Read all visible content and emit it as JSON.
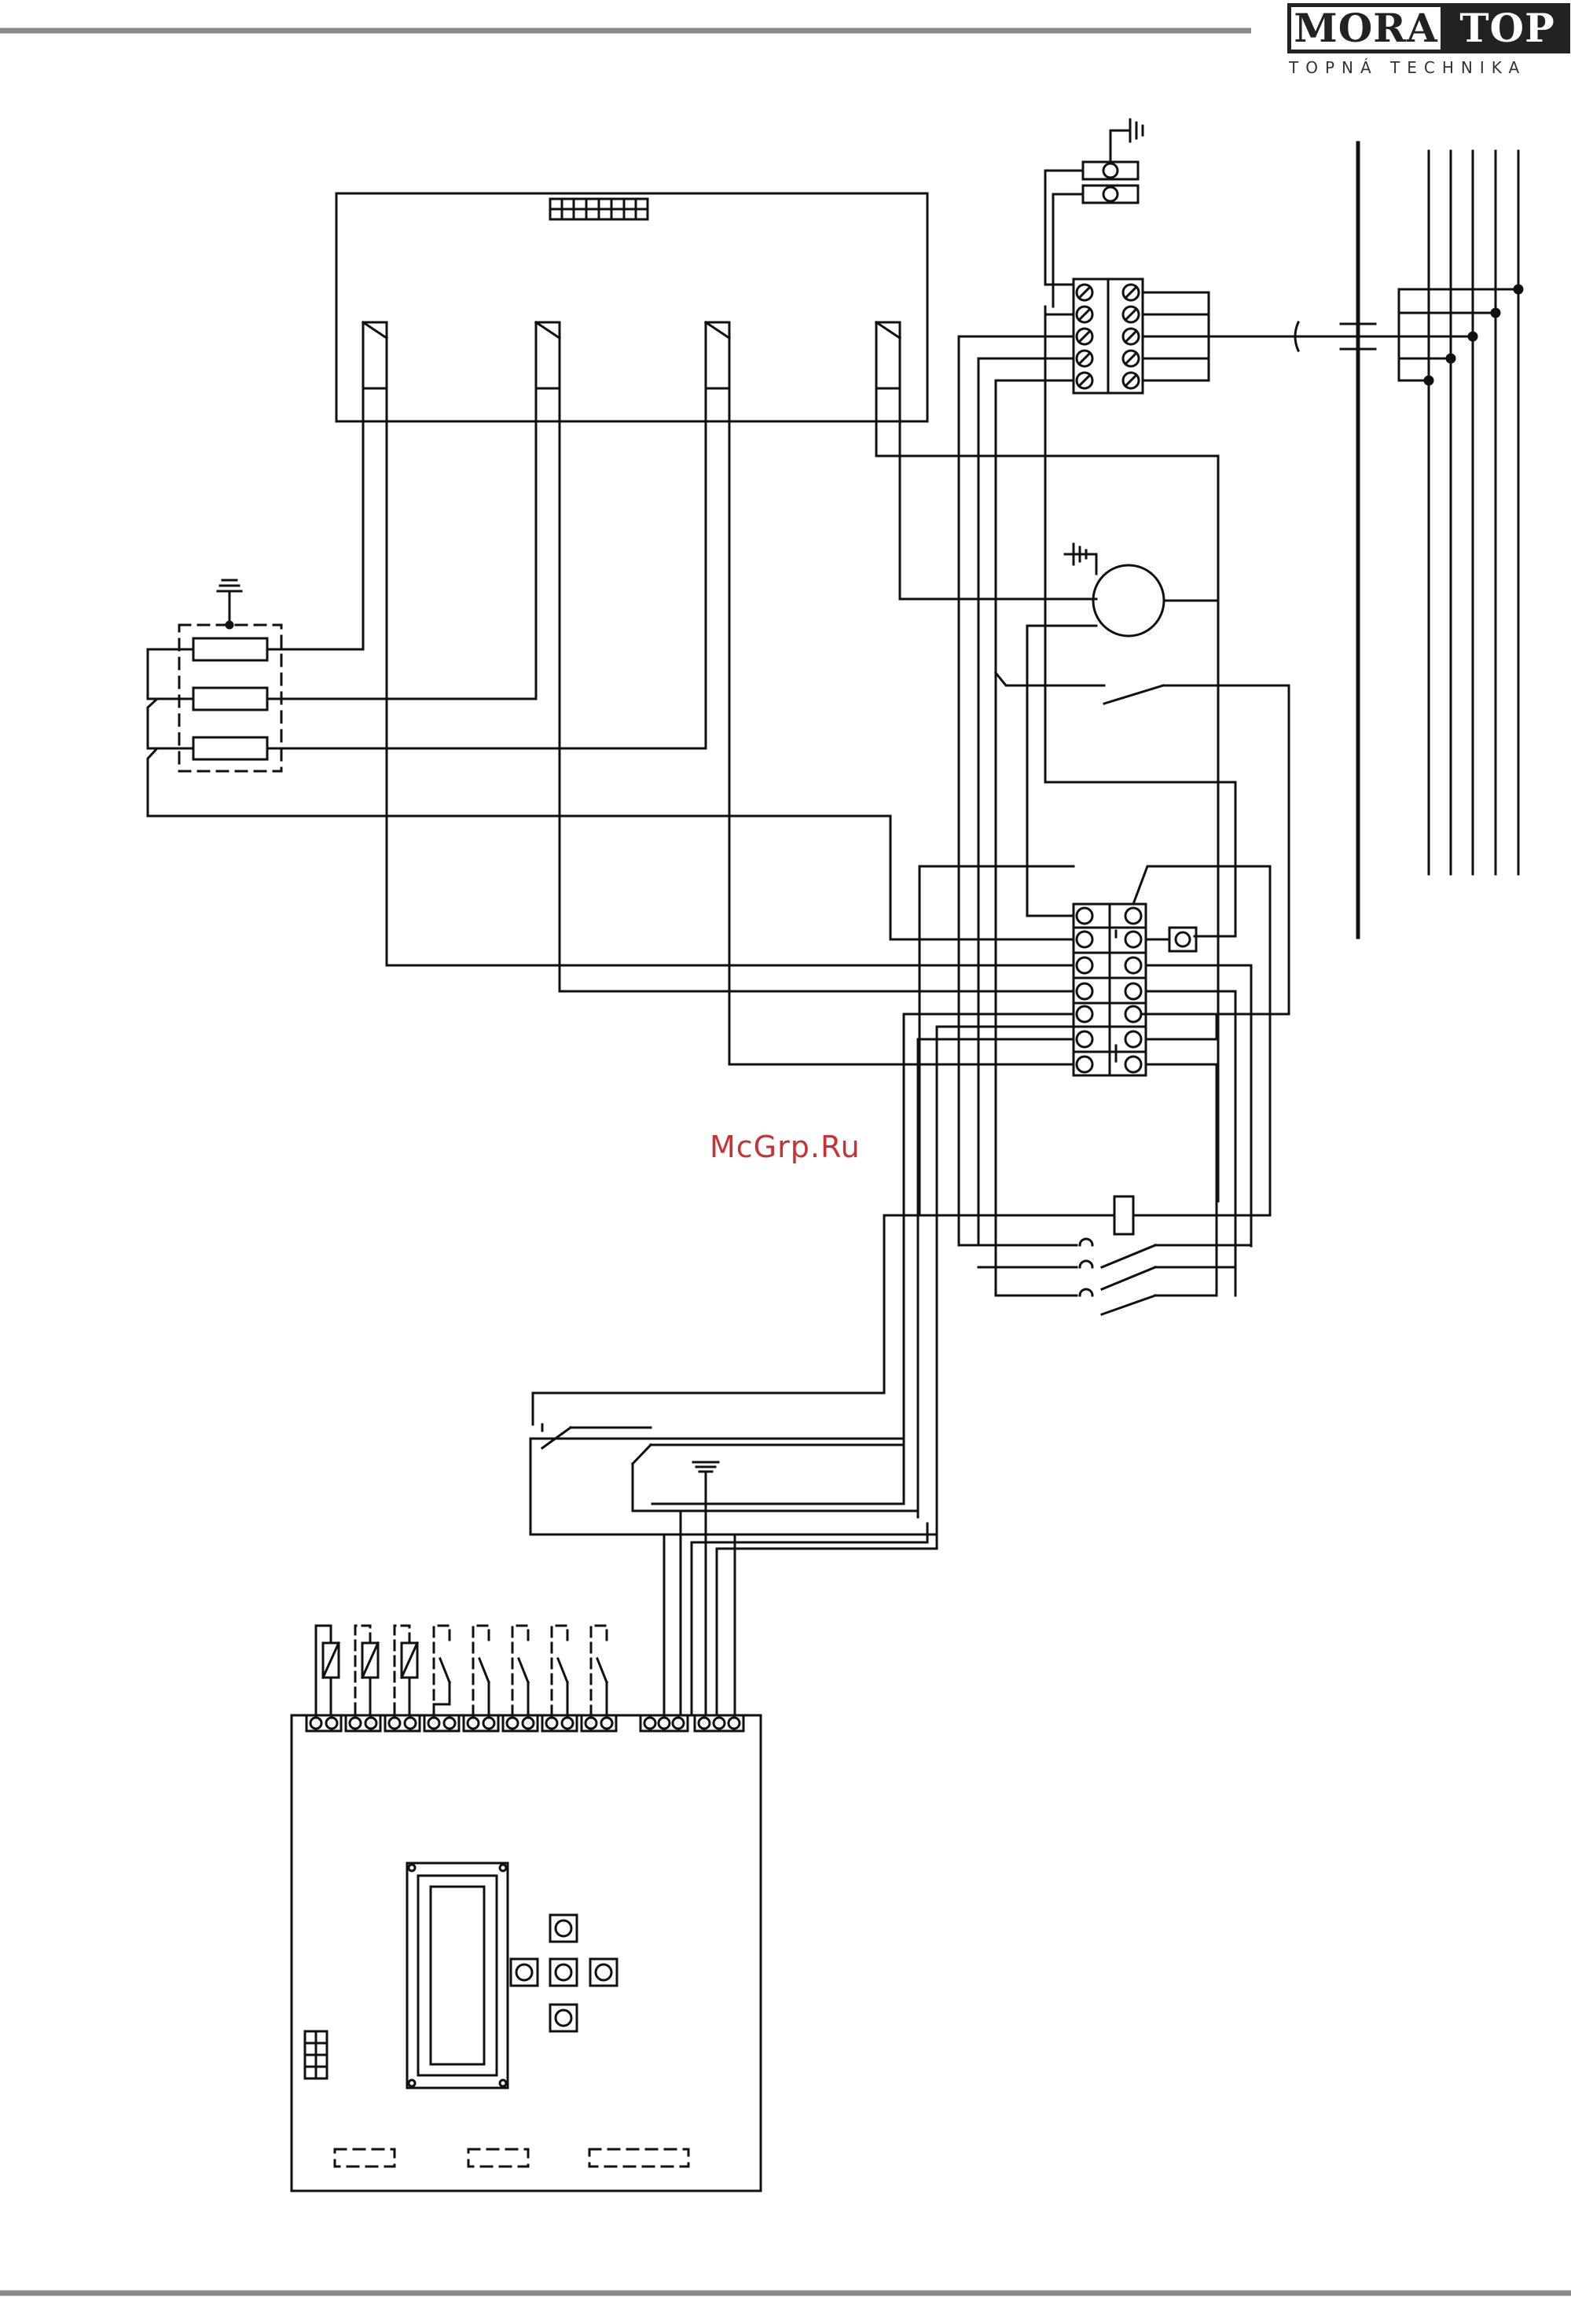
{
  "header": {
    "logo_left": "MORA",
    "logo_right": "TOP",
    "logo_subtitle": "TOPNÁ TECHNIKA"
  },
  "watermark": "McGrp.Ru",
  "colors": {
    "line": "#111111",
    "rule": "#8a8a8a",
    "watermark": "#c83232"
  }
}
